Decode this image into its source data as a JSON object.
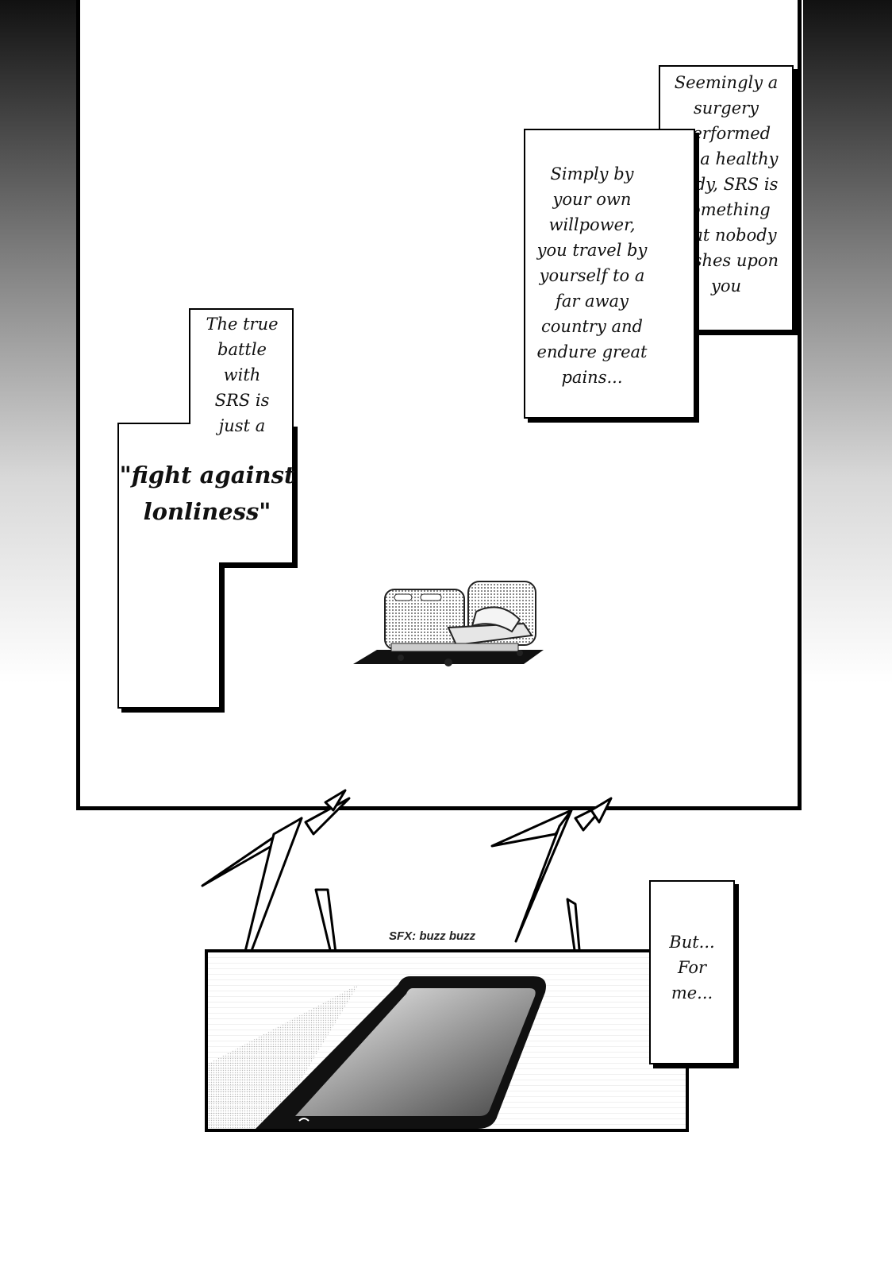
{
  "captions": {
    "surgery": "Seemingly a\nsurgery\nperformed\non a healthy\nbody, SRS is\nsomething\nthat nobody\nwishes upon\nyou",
    "willpower": "Simply by\nyour own\nwillpower,\nyou travel by\nyourself to a\nfar away\ncountry and\nendure great\npains...",
    "battle": "The true\nbattle\nwith\nSRS is\njust a",
    "fight": "\"fight against\nlonliness\"",
    "me": "But...\nFor\nme..."
  },
  "sfx": "SFX: buzz buzz"
}
